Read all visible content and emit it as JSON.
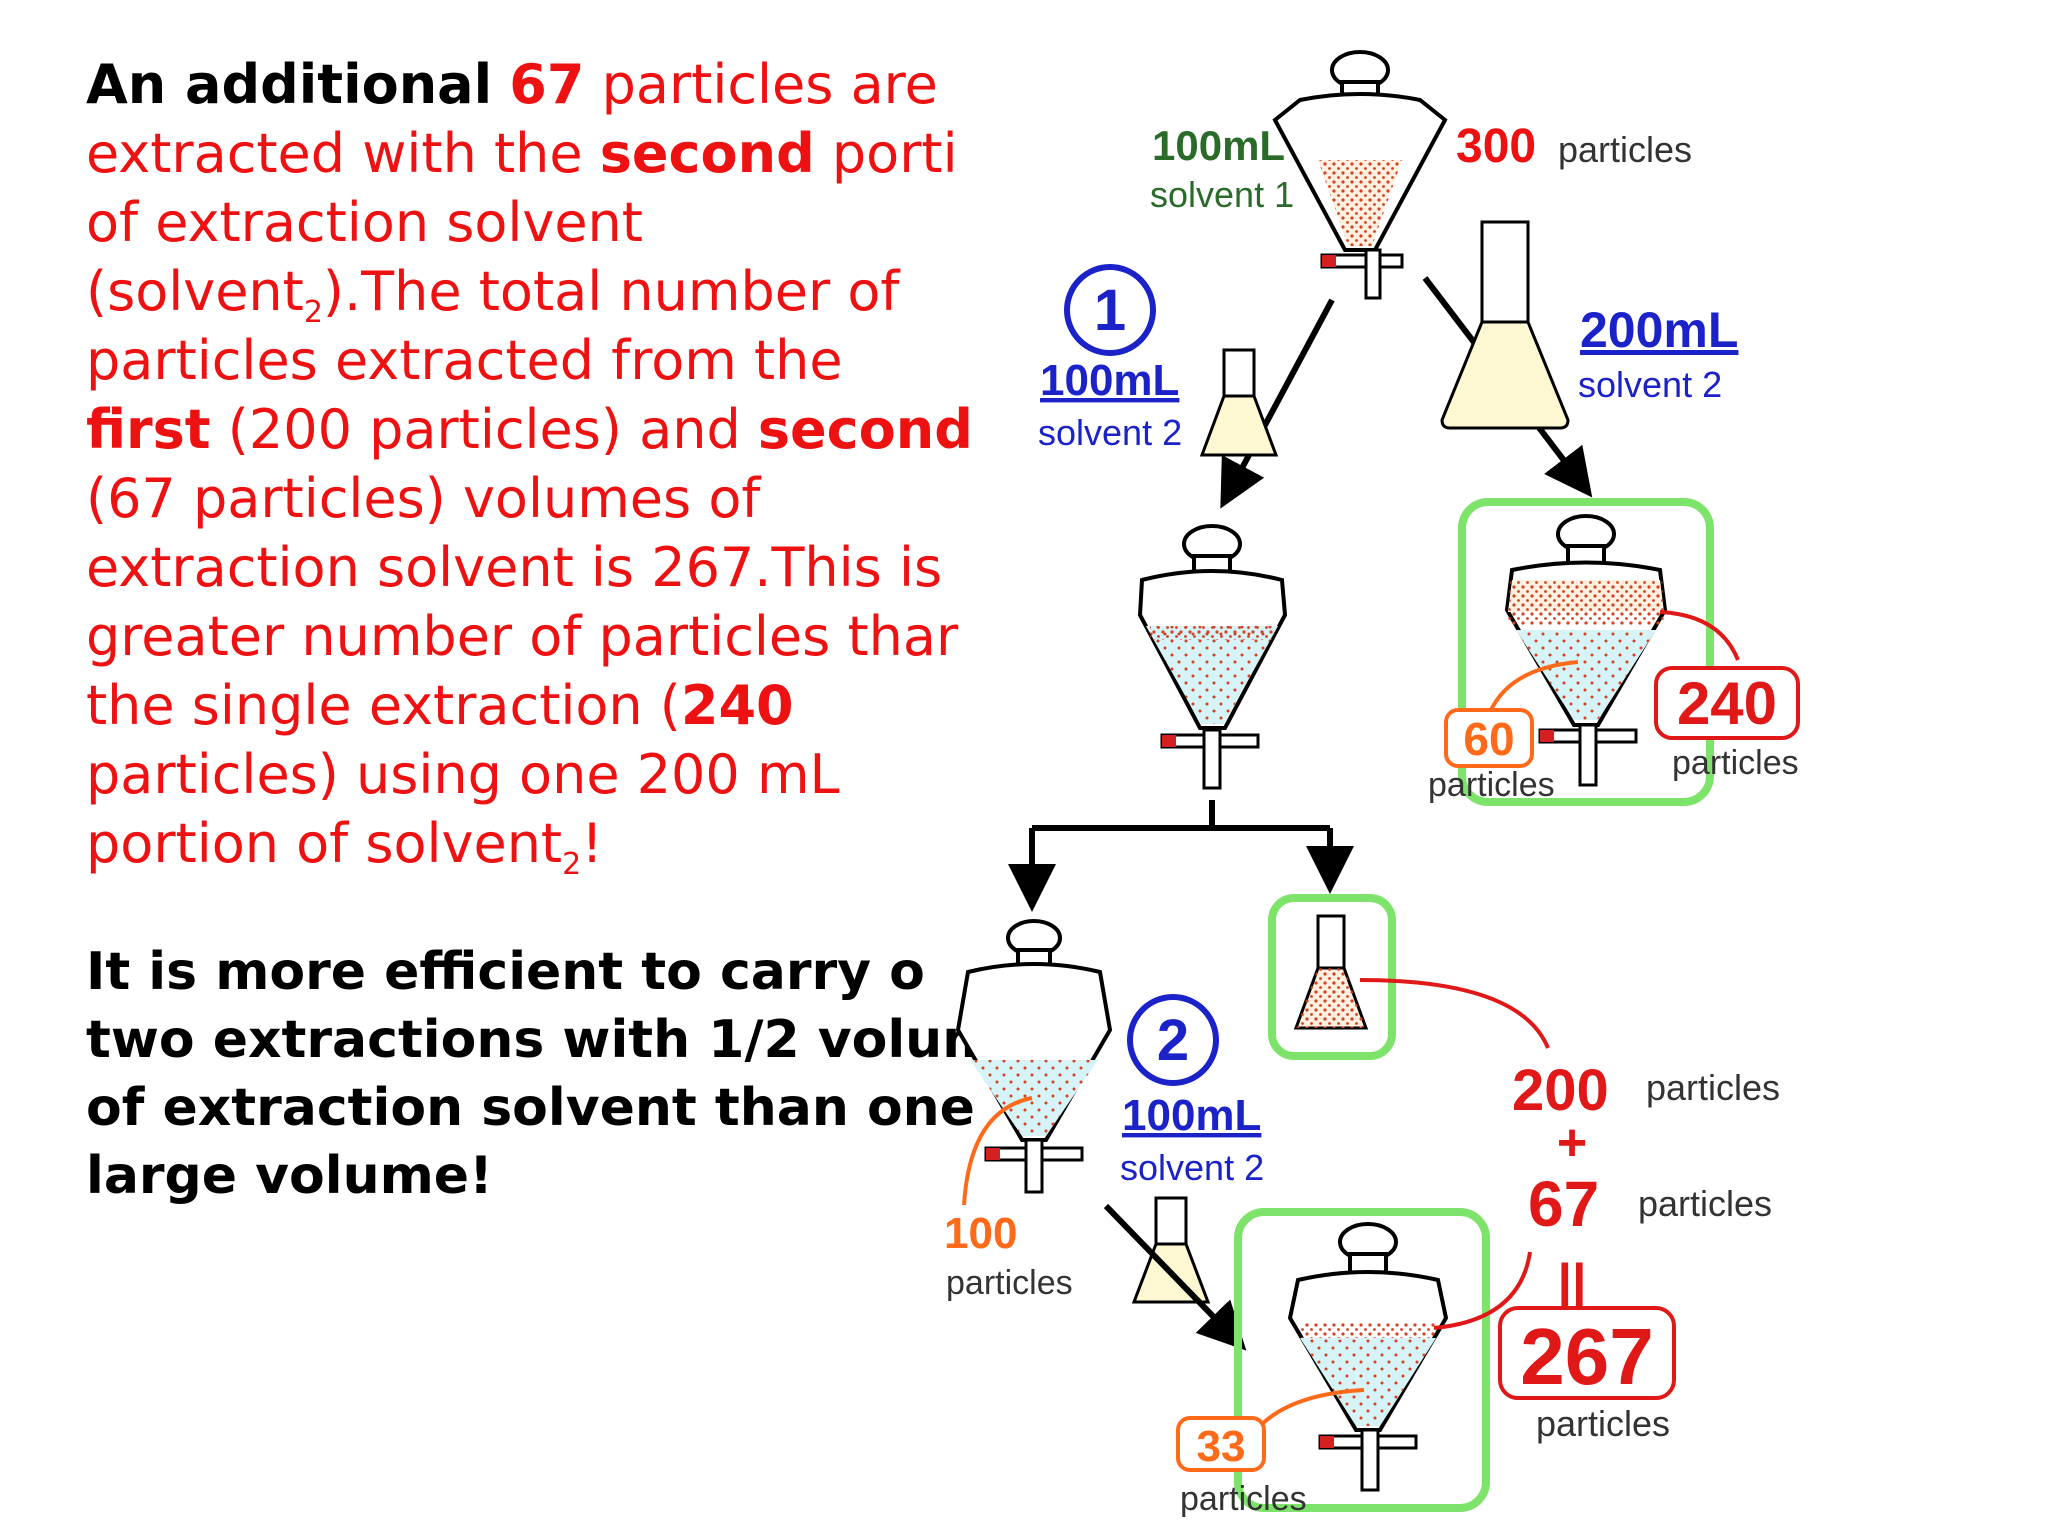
{
  "paragraph1": {
    "p1": "An additional",
    "p2": "67",
    "p3": "particles are",
    "p4": "extracted with the",
    "p5": "second",
    "p6": "porti",
    "p7": "of extraction solvent",
    "p8": "(solvent",
    "p8sub": "2",
    "p9": ").The total number of",
    "p10": "particles extracted from the",
    "p11": "first",
    "p12": "(200 particles) and",
    "p13": "second",
    "p14": "(67 particles) volumes of",
    "p15": "extraction solvent is 267.This is",
    "p16": "greater number of particles thar",
    "p17": "the single extraction (",
    "p18": "240",
    "p19": "particles) using one 200 mL",
    "p20": "portion of solvent",
    "p20sub": "2",
    "p21": "!"
  },
  "paragraph2": {
    "l1": "It is more efficient to carry o",
    "l2": "two extractions with 1/2 volum",
    "l3": "of extraction solvent than one",
    "l4": "large volume!"
  },
  "diagram": {
    "top_volume": "100mL",
    "top_solvent": "solvent 1",
    "top_count": "300",
    "top_count_unit": "particles",
    "step1_number": "1",
    "step1_volume": "100mL",
    "step1_solvent": "solvent 2",
    "single_volume": "200mL",
    "single_solvent": "solvent 2",
    "single_remaining": "60",
    "single_remaining_unit": "particles",
    "single_extracted": "240",
    "single_extracted_unit": "particles",
    "step2_number": "2",
    "step2_volume": "100mL",
    "step2_solvent": "solvent 2",
    "step2_input": "100",
    "step2_input_unit": "particles",
    "step2_remaining": "33",
    "step2_remaining_unit": "particles",
    "sum_a": "200",
    "sum_a_unit": "particles",
    "plus": "+",
    "sum_b": "67",
    "sum_b_unit": "particles",
    "equals": "||",
    "sum_total": "267",
    "sum_total_unit": "particles"
  },
  "colors": {
    "red": "#ee1111",
    "dark_green": "#2a6b2a",
    "blue": "#1a22c8",
    "orange": "#ff6a1a",
    "highlight_green": "#7ee36a",
    "aqueous": "#d6f4f7",
    "organic": "#fdf7d2",
    "particles": "#d44020"
  }
}
